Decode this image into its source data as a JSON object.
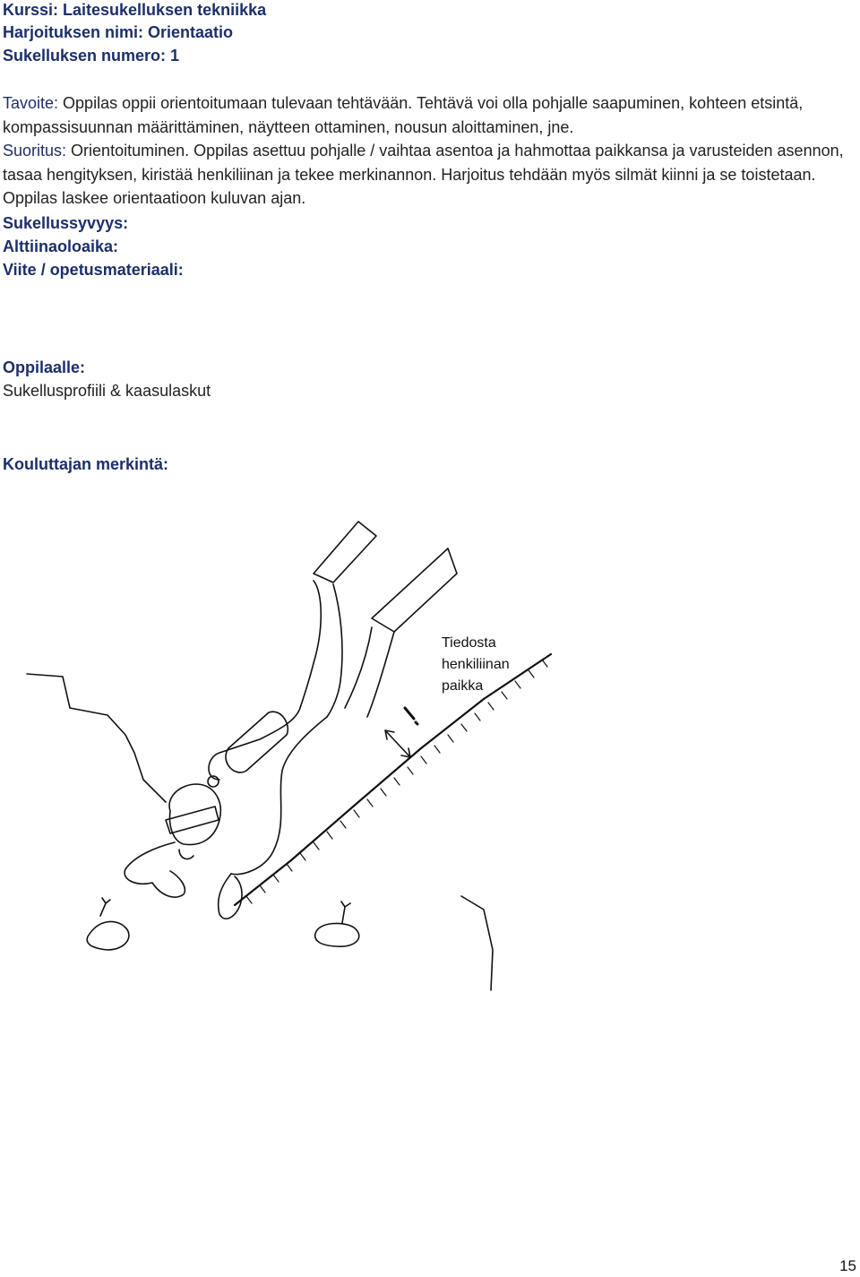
{
  "header": {
    "course": "Kurssi: Laitesukelluksen tekniikka",
    "exercise_name": "Harjoituksen nimi: Orientaatio",
    "dive_number": "Sukelluksen numero: 1"
  },
  "goal": {
    "label": "Tavoite:",
    "text": " Oppilas oppii orientoitumaan tulevaan tehtävään. Tehtävä voi olla pohjalle saapuminen, kohteen etsintä, kompassisuunnan määrittäminen, näytteen ottaminen, nousun aloittaminen, jne."
  },
  "execution": {
    "label": "Suoritus:",
    "text": " Orientoituminen. Oppilas asettuu pohjalle / vaihtaa asentoa ja hahmottaa paikkansa ja varusteiden asennon, tasaa hengityksen, kiristää henkiliinan ja tekee merkinannon. Harjoitus tehdään myös silmät kiinni ja se toistetaan. Oppilas laskee orientaatioon kuluvan ajan."
  },
  "fields": {
    "depth": "Sukellussyvyys:",
    "alt_time": "Alttiinaoloaika:",
    "reference": "Viite / opetusmateriaali:"
  },
  "student": {
    "label": "Oppilaalle:",
    "text": "Sukellusprofiili & kaasulaskut"
  },
  "instructor_note": "Kouluttajan merkintä:",
  "illustration": {
    "callout_line1": "Tiedosta",
    "callout_line2": "henkiliinan",
    "callout_line3": "paikka"
  },
  "page_number": "15"
}
